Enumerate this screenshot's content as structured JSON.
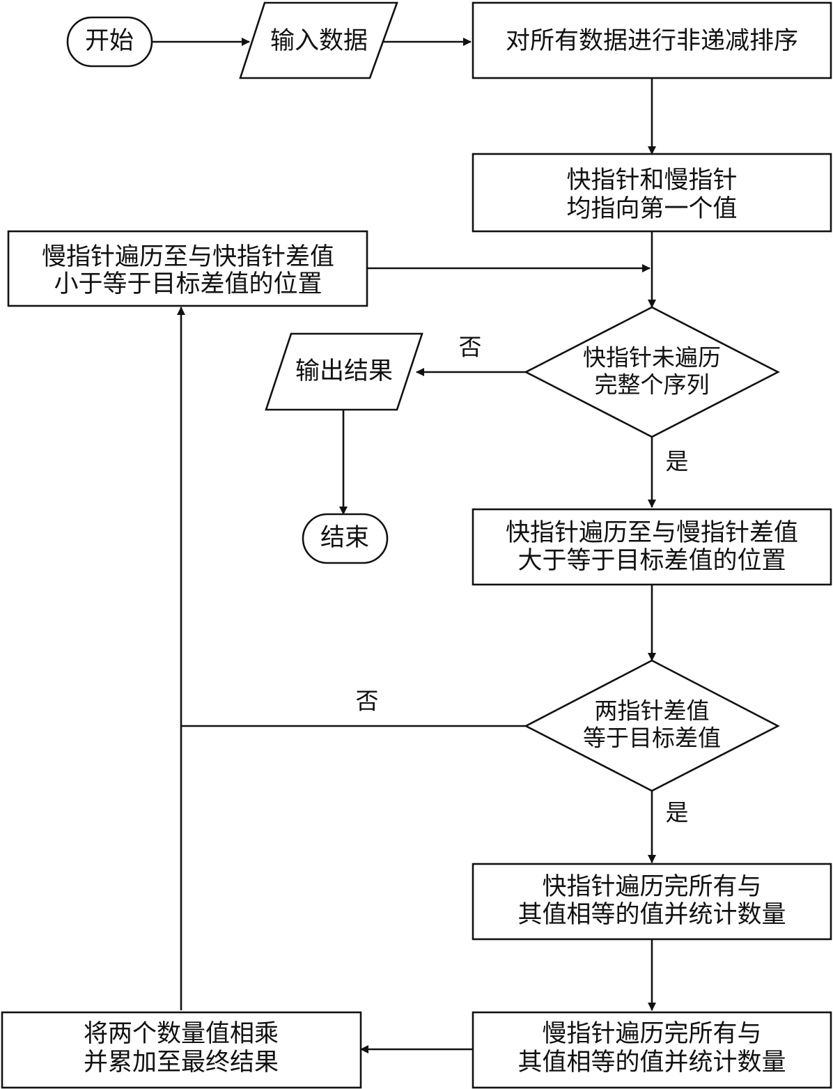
{
  "nodes": {
    "start": {
      "text": "开始"
    },
    "input": {
      "text": "输入数据"
    },
    "sort": {
      "text": "对所有数据进行非递减排序"
    },
    "init": {
      "line1": "快指针和慢指针",
      "line2": "均指向第一个值"
    },
    "slow_to_fast": {
      "line1": "慢指针遍历至与快指针差值",
      "line2": "小于等于目标差值的位置"
    },
    "fast_check": {
      "line1": "快指针未遍历",
      "line2": "完整个序列"
    },
    "output": {
      "text": "输出结果"
    },
    "end": {
      "text": "结束"
    },
    "fast_move": {
      "line1": "快指针遍历至与慢指针差值",
      "line2": "大于等于目标差值的位置"
    },
    "diff_check": {
      "line1": "两指针差值",
      "line2": "等于目标差值"
    },
    "fast_count": {
      "line1": "快指针遍历完所有与",
      "line2": "其值相等的值并统计数量"
    },
    "slow_count": {
      "line1": "慢指针遍历完所有与",
      "line2": "其值相等的值并统计数量"
    },
    "accumulate": {
      "line1": "将两个数量值相乘",
      "line2": "并累加至最终结果"
    }
  },
  "edge_labels": {
    "fast_check_no": "否",
    "fast_check_yes": "是",
    "diff_check_no": "否",
    "diff_check_yes": "是"
  }
}
